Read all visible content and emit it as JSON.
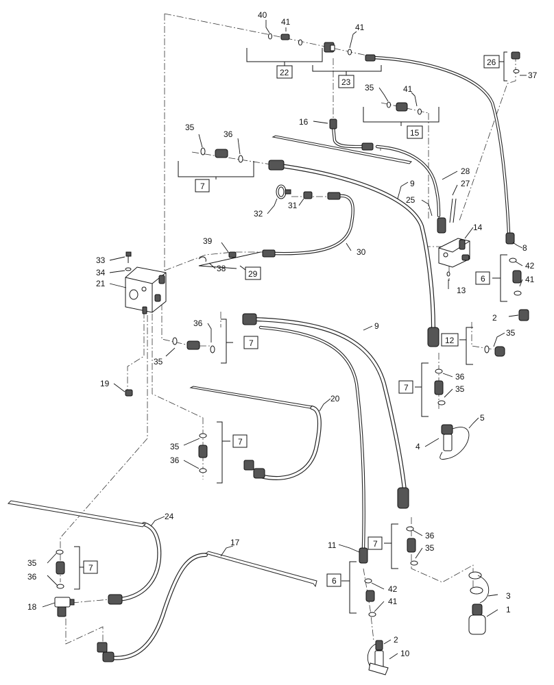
{
  "callouts": {
    "c40": "40",
    "c41a": "41",
    "c41b": "41",
    "c41c": "41",
    "c41d": "41",
    "c41e": "41",
    "c35a": "35",
    "c35b": "35",
    "c35c": "35",
    "c35d": "35",
    "c35e": "35",
    "c35f": "35",
    "c35g": "35",
    "c35h": "35",
    "c36a": "36",
    "c36b": "36",
    "c36c": "36",
    "c36d": "36",
    "c36e": "36",
    "c36f": "36",
    "c37": "37",
    "c16": "16",
    "c28": "28",
    "c27": "27",
    "c9a": "9",
    "c9b": "9",
    "c25": "25",
    "c32": "32",
    "c31": "31",
    "c14": "14",
    "c8": "8",
    "c39": "39",
    "c38": "38",
    "c30": "30",
    "c33": "33",
    "c34": "34",
    "c21": "21",
    "c42a": "42",
    "c42b": "42",
    "c13": "13",
    "c2a": "2",
    "c2b": "2",
    "c19": "19",
    "c20": "20",
    "c5": "5",
    "c4": "4",
    "c24": "24",
    "c17": "17",
    "c11": "11",
    "c18": "18",
    "c3": "3",
    "c1": "1",
    "c10": "10"
  },
  "boxes": {
    "b22": "22",
    "b23": "23",
    "b26": "26",
    "b15": "15",
    "b7a": "7",
    "b7b": "7",
    "b7c": "7",
    "b7d": "7",
    "b7e": "7",
    "b7f": "7",
    "b29": "29",
    "b6a": "6",
    "b6b": "6",
    "b12": "12"
  }
}
